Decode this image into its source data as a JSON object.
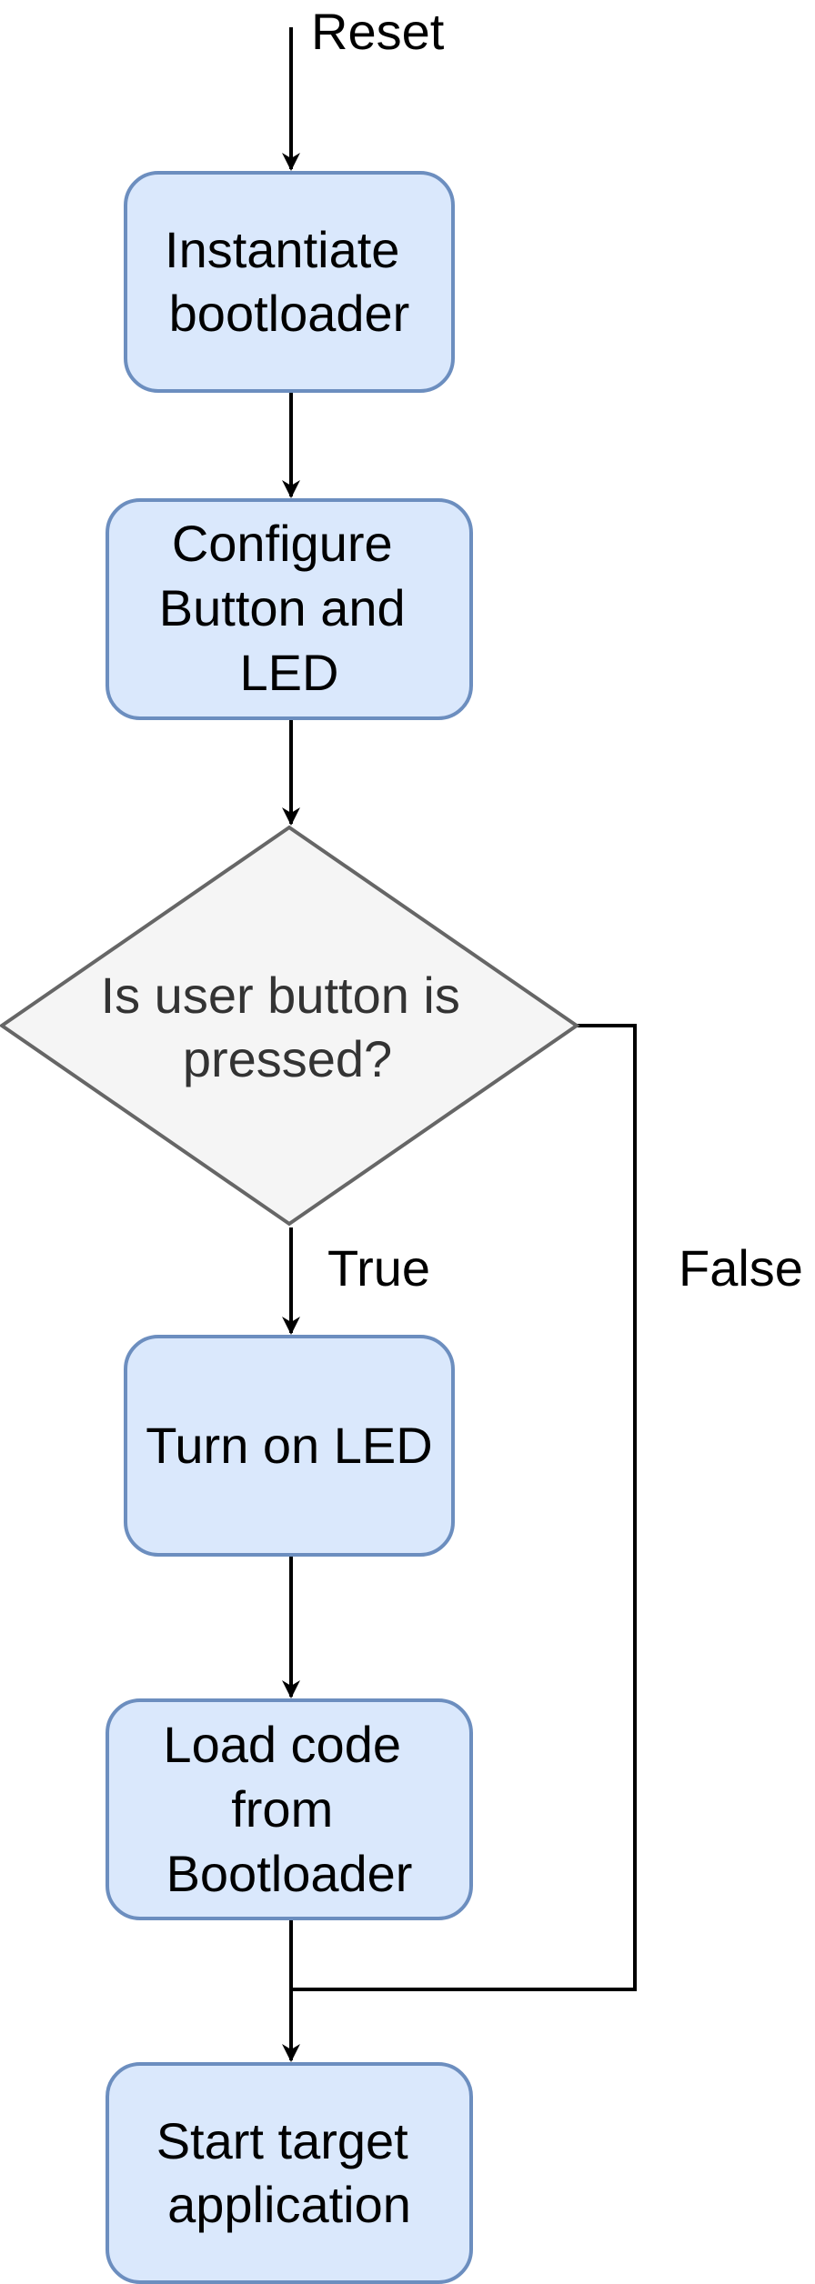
{
  "diagram": {
    "colors": {
      "process_fill": "#dae8fc",
      "process_stroke": "#6c8ebf",
      "decision_fill": "#f5f5f5",
      "decision_stroke": "#666666",
      "decision_text": "#333333",
      "edge": "#000000"
    },
    "nodes": {
      "instantiate": {
        "lines": [
          "Instantiate",
          "bootloader"
        ]
      },
      "configure": {
        "lines": [
          "Configure",
          "Button and",
          "LED"
        ]
      },
      "decision": {
        "lines": [
          "Is user button is",
          "pressed?"
        ]
      },
      "turn_on": {
        "lines": [
          "Turn on LED"
        ]
      },
      "load": {
        "lines": [
          "Load code",
          "from",
          "Bootloader"
        ]
      },
      "start": {
        "lines": [
          "Start target",
          "application"
        ]
      }
    },
    "labels": {
      "reset": "Reset",
      "true": "True",
      "false": "False"
    }
  }
}
